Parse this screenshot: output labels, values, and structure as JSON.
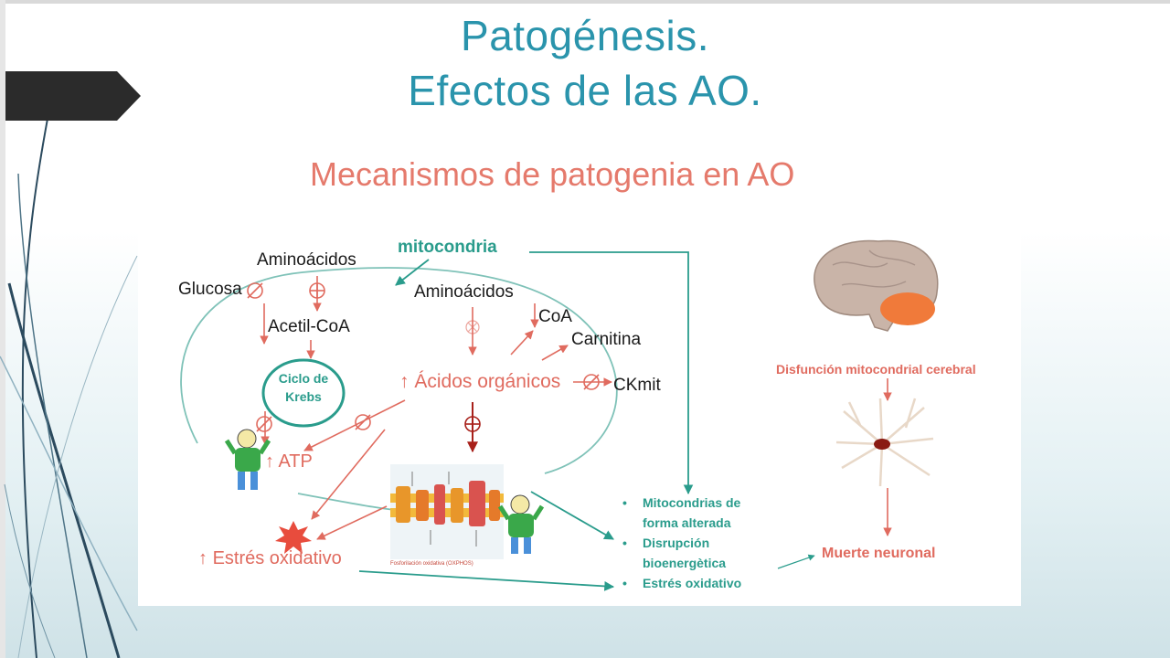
{
  "slide": {
    "title_line1": "Patogénesis.",
    "title_line2": "Efectos de las AO."
  },
  "figure": {
    "title": "Mecanismos de patogenia en AO",
    "nodes": {
      "mitocondria": "mitocondria",
      "aminoacidos_outer": "Aminoácidos",
      "glucosa": "Glucosa",
      "aminoacidos_inner": "Aminoácidos",
      "acetil_coa": "Acetil-CoA",
      "coa": "CoA",
      "carnitina": "Carnitina",
      "ckmit": "CKmit",
      "acidos_organicos": "Ácidos orgánicos",
      "ciclo_de_krebs_line1": "Ciclo de",
      "ciclo_de_krebs_line2": "Krebs",
      "atp": "ATP",
      "estres_oxidativo": "Estrés oxidativo",
      "oxphos_caption": "Fosforilación oxidativa (OXPHOS)",
      "disfuncion": "Disfunción mitocondrial cerebral",
      "muerte_neuronal": "Muerte neuronal"
    },
    "up_arrow_symbol": "↑",
    "outcomes": [
      {
        "line1": "Mitocondrias de",
        "line2": "forma alterada"
      },
      {
        "line1": "Disrupción",
        "line2": "bioenergètica"
      },
      {
        "line1": "Estrés oxidativo",
        "line2": ""
      }
    ],
    "colors": {
      "teal": "#2a9c8c",
      "red_arrow": "#e06b5f",
      "dark_red_arrow": "#a8201a",
      "title_blue": "#2a94ac",
      "brain": "#c9b4a8",
      "cerebellum": "#f07a3a"
    },
    "icons": [
      "brain-icon",
      "neuron-icon",
      "mascot-icon",
      "oxphos-membrane-icon",
      "burst-icon",
      "inhibition-symbol-icon",
      "stimulation-symbol-icon"
    ]
  }
}
